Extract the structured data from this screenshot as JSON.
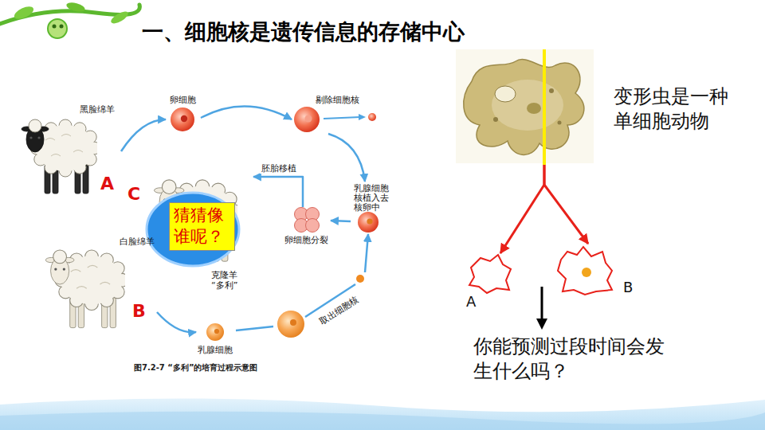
{
  "diagram": {
    "title": "一、细胞核是遗传信息的存储中心",
    "caption": "图7.2-7 “多利”的培育过程示意图",
    "nodes": [
      {
        "text": [
          "黑脸绵羊",
          "A"
        ]
      },
      {
        "text": [
          "卵细胞"
        ]
      },
      {
        "text": [
          "剔除细胞核"
        ]
      },
      {
        "text": [
          "乳腺细胞 核植入去 核卵中"
        ]
      },
      {
        "text": [
          "卵细胞分裂"
        ]
      },
      {
        "text": [
          "C",
          "克隆羊 “多利”"
        ]
      },
      {
        "text": [
          "猜猜像 谁呢？"
        ]
      },
      {
        "text": [
          "白脸绵羊",
          "B"
        ]
      },
      {
        "text": [
          "乳腺细胞"
        ]
      },
      {
        "text": [
          "变形虫是一种 单细胞动物"
        ]
      },
      {
        "text": [
          "A"
        ]
      },
      {
        "text": [
          "B"
        ]
      }
    ],
    "edges": [
      {
        "from": 0,
        "to": 1,
        "arrow": "to"
      },
      {
        "from": 1,
        "to": 2,
        "arrow": "to"
      },
      {
        "from": 2,
        "to": 3,
        "arrow": "to"
      },
      {
        "from": 3,
        "to": 4,
        "arrow": "to"
      },
      {
        "from": 4,
        "to": 5,
        "label": "胚胎移植",
        "arrow": "to"
      },
      {
        "from": 7,
        "to": 8,
        "arrow": "to"
      },
      {
        "from": 8,
        "to": 3,
        "label": "取出细胞核",
        "arrow": "to"
      },
      {
        "from": 9,
        "to": 10,
        "arrow": "to"
      },
      {
        "from": 9,
        "to": 11,
        "arrow": "to"
      }
    ],
    "labels": [
      "你能预测过段时间会发 生什么吗？"
    ]
  }
}
